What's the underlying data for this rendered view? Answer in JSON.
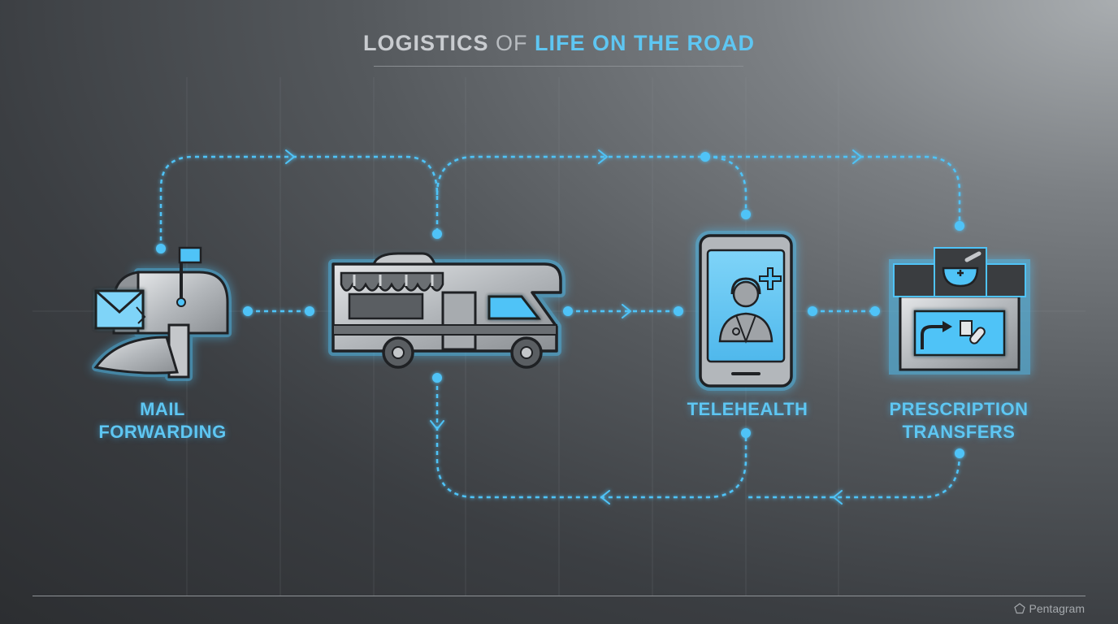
{
  "title": {
    "part1": "LOGISTICS",
    "part2": "OF",
    "part3": "LIFE ON THE ROAD"
  },
  "nodes": [
    {
      "id": "mail",
      "label_line1": "MAIL",
      "label_line2": "FORWARDING",
      "icon": "mailbox-icon"
    },
    {
      "id": "rv",
      "label_line1": "",
      "label_line2": "",
      "icon": "rv-camper-icon"
    },
    {
      "id": "telehealth",
      "label_line1": "TELEHEALTH",
      "label_line2": "",
      "icon": "smartphone-doctor-icon"
    },
    {
      "id": "rx",
      "label_line1": "PRESCRIPTION",
      "label_line2": "TRANSFERS",
      "icon": "pharmacy-icon"
    }
  ],
  "colors": {
    "accent": "#4fc3f7",
    "icon_fill": "#b9bdc1",
    "icon_outline": "#1f2124",
    "background_dark": "#2c2e31",
    "background_light": "#a9adb0"
  },
  "watermark": "Pentagram"
}
